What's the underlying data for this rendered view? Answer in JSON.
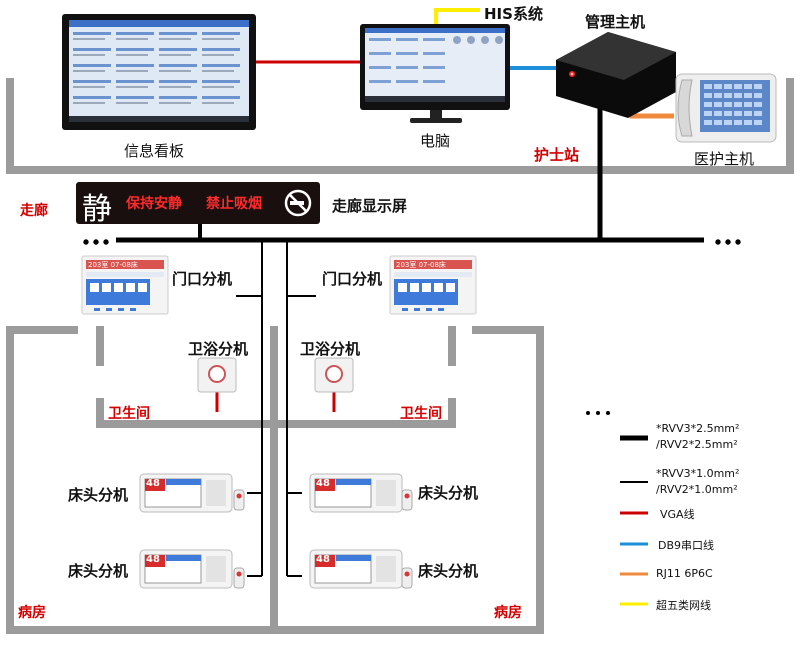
{
  "labels": {
    "his": "HIS系统",
    "mgmt_host": "管理主机",
    "info_board": "信息看板",
    "computer": "电脑",
    "nurse_station": "护士站",
    "medical_host": "医护主机",
    "corridor": "走廊",
    "corridor_display": "走廊显示屏",
    "door_unit_left": "门口分机",
    "door_unit_right": "门口分机",
    "bath_unit_left": "卫浴分机",
    "bath_unit_right": "卫浴分机",
    "toilet_left": "卫生间",
    "toilet_right": "卫生间",
    "bed_unit_1": "床头分机",
    "bed_unit_2": "床头分机",
    "bed_unit_3": "床头分机",
    "bed_unit_4": "床头分机",
    "ward_left": "病房",
    "ward_right": "病房"
  },
  "corridor_sign": {
    "big_char": "静",
    "text1": "保持安静",
    "text2": "禁止吸烟"
  },
  "door_panel": {
    "room_left": "203室 07-08床",
    "room_right": "203室 07-08床"
  },
  "bed_screen": {
    "number": "48"
  },
  "legend": {
    "dots": "· · ·",
    "items": [
      {
        "line1": "*RVV3*2.5mm²",
        "line2": "/RVV2*2.5mm²",
        "color": "#000000",
        "weight": "thick"
      },
      {
        "line1": "*RVV3*1.0mm²",
        "line2": "/RVV2*1.0mm²",
        "color": "#000000",
        "weight": "thin"
      },
      {
        "line1": "VGA线",
        "color": "#cc0000"
      },
      {
        "line1": "DB9串口线",
        "color": "#1c8fd8"
      },
      {
        "line1": "RJ11 6P6C",
        "color": "#f08a3c"
      },
      {
        "line1": "超五类网线",
        "color": "#ffee00"
      }
    ]
  },
  "colors": {
    "vga": "#cc0000",
    "db9": "#1c8fd8",
    "rj11": "#f08a3c",
    "cat5": "#ffee00",
    "label_red": "#d40000"
  }
}
